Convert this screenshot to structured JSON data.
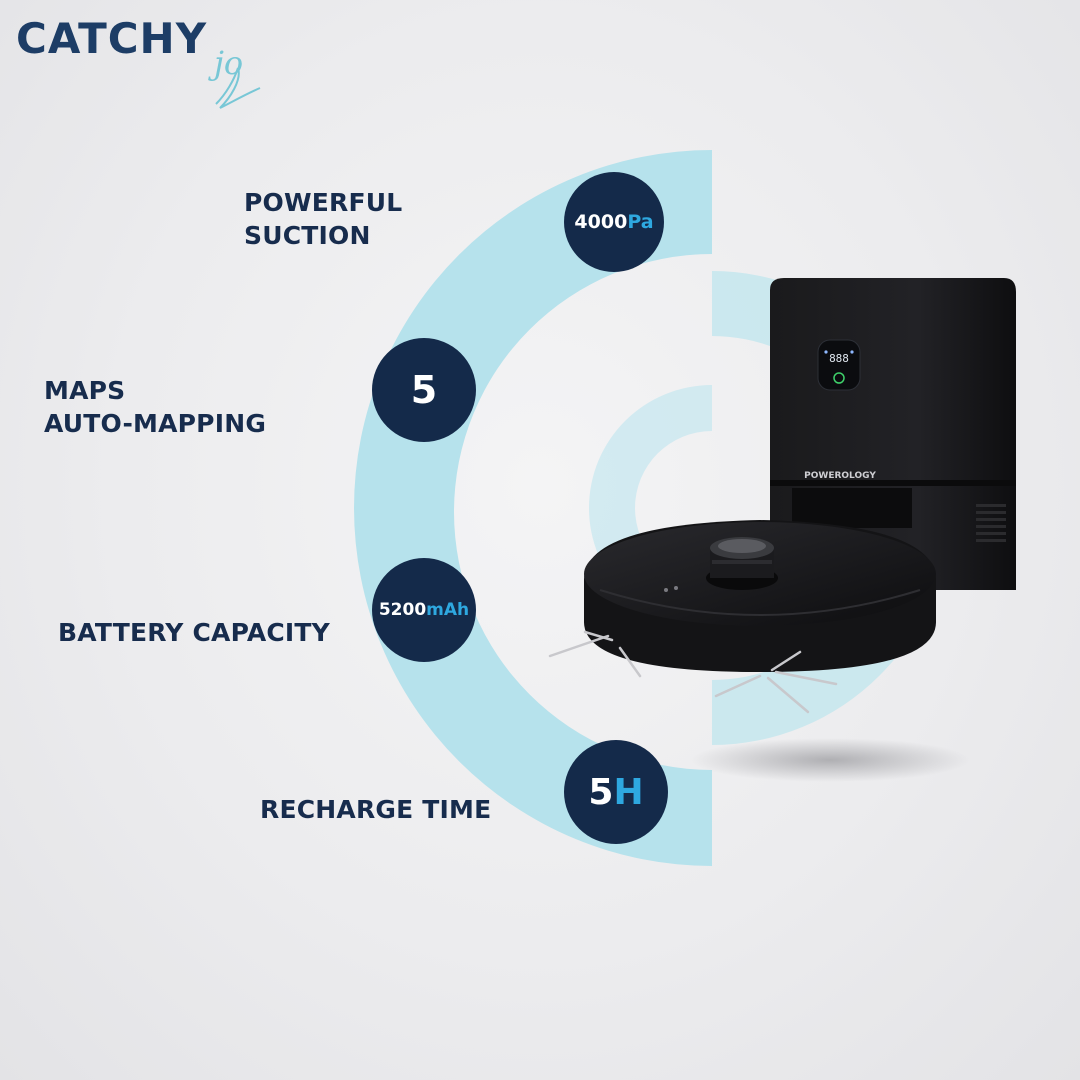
{
  "brand": {
    "name": "CATCHY",
    "suffix": "jo"
  },
  "product": {
    "device_brand": "POWEROLOGY"
  },
  "features": [
    {
      "title_line1": "POWERFUL",
      "title_line2": "SUCTION",
      "value": "4000",
      "unit": "Pa"
    },
    {
      "title_line1": "MAPS",
      "title_line2": "AUTO-MAPPING",
      "value": "5",
      "unit": ""
    },
    {
      "title_line1": "BATTERY CAPACITY",
      "title_line2": "",
      "value": "5200",
      "unit": "mAh"
    },
    {
      "title_line1": "RECHARGE TIME",
      "title_line2": "",
      "value": "5",
      "unit": "H"
    }
  ],
  "colors": {
    "navy": "#142a4a",
    "accent": "#2ea8e0",
    "arc": "#b6e2ec",
    "label": "#172c4d"
  }
}
